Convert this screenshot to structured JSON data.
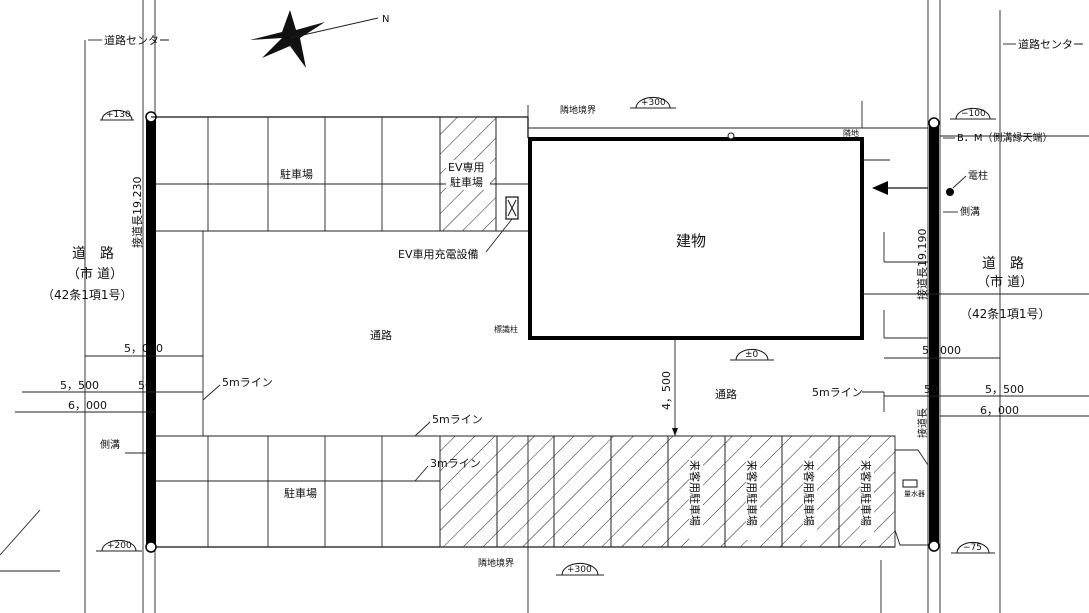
{
  "road_center_left": "道路センター",
  "road_center_right": "道路センター",
  "north_marker": "N",
  "building": "建物",
  "parking_top": "駐車場",
  "parking_bottom": "駐車場",
  "ev_parking": [
    "EV専用",
    "駐車場"
  ],
  "ev_charger": "EV車用充電設備",
  "passage_main": "通路",
  "passage_right": "通路",
  "road_left": {
    "name": "道　路",
    "sub": "（市 道）",
    "class": "（42条1項1号）"
  },
  "road_right": {
    "name": "道　路",
    "sub": "（市 道）",
    "class": "（42条1項1号）"
  },
  "frontage_left": "接道長19.230",
  "frontage_right": "接道長19.190",
  "frontage_bottom_right": "接道長",
  "level_top_left": "+130",
  "level_top_mid": "+300",
  "level_top_right": "−100",
  "level_center": "±0",
  "level_bottom_left": "+200",
  "level_bottom_mid": "+300",
  "level_bottom_right": "−75",
  "boundary_top": "隣地境界",
  "boundary_bottom": "隣地境界",
  "benchmark": "B．M（側溝縁天端）",
  "pole": "電柱",
  "gutter_right": "側溝",
  "gutter_left": "側溝",
  "dimension_4500": "4，500",
  "dim_5000_left": "5，000",
  "dim_5500_left": "5，500",
  "dim_6000_left": "6，000",
  "dim_50_left": "50",
  "dim_5000_right": "5，000",
  "dim_5500_right": "5，500",
  "dim_6000_right": "6，000",
  "dim_50_right": "50",
  "line_5m_a": "5mライン",
  "line_5m_b": "5mライン",
  "line_5m_c": "5mライン",
  "line_3m": "3mライン",
  "visitor_parking": [
    "来客用駐車場",
    "来客用駐車場",
    "来客用駐車場",
    "来客用駐車場"
  ],
  "sign_pole": "標識柱",
  "small_label_top": "隣地",
  "meter_box": "量水器"
}
